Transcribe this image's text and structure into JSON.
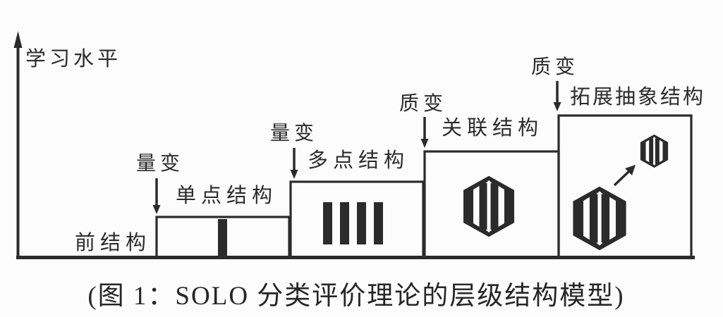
{
  "figure": {
    "axis_y_label": "学习水平",
    "caption": "(图 1：SOLO 分类评价理论的层级结构模型)"
  },
  "levels": [
    {
      "label": "前结构"
    },
    {
      "label": "单点结构",
      "transition": "量变"
    },
    {
      "label": "多点结构",
      "transition": "量变"
    },
    {
      "label": "关联结构",
      "transition": "质变"
    },
    {
      "label": "拓展抽象结构",
      "transition": "质变"
    }
  ],
  "icons": {
    "unistructural": "single-vertical-bar",
    "multistructural": "four-vertical-bars",
    "relational": "hexagon-integrating-bars",
    "extended_abstract": "hexagon-integrating-bars with arrow to small hexagon"
  },
  "colors": {
    "ink": "#2b2b2b",
    "background": "#fcfcfc"
  }
}
